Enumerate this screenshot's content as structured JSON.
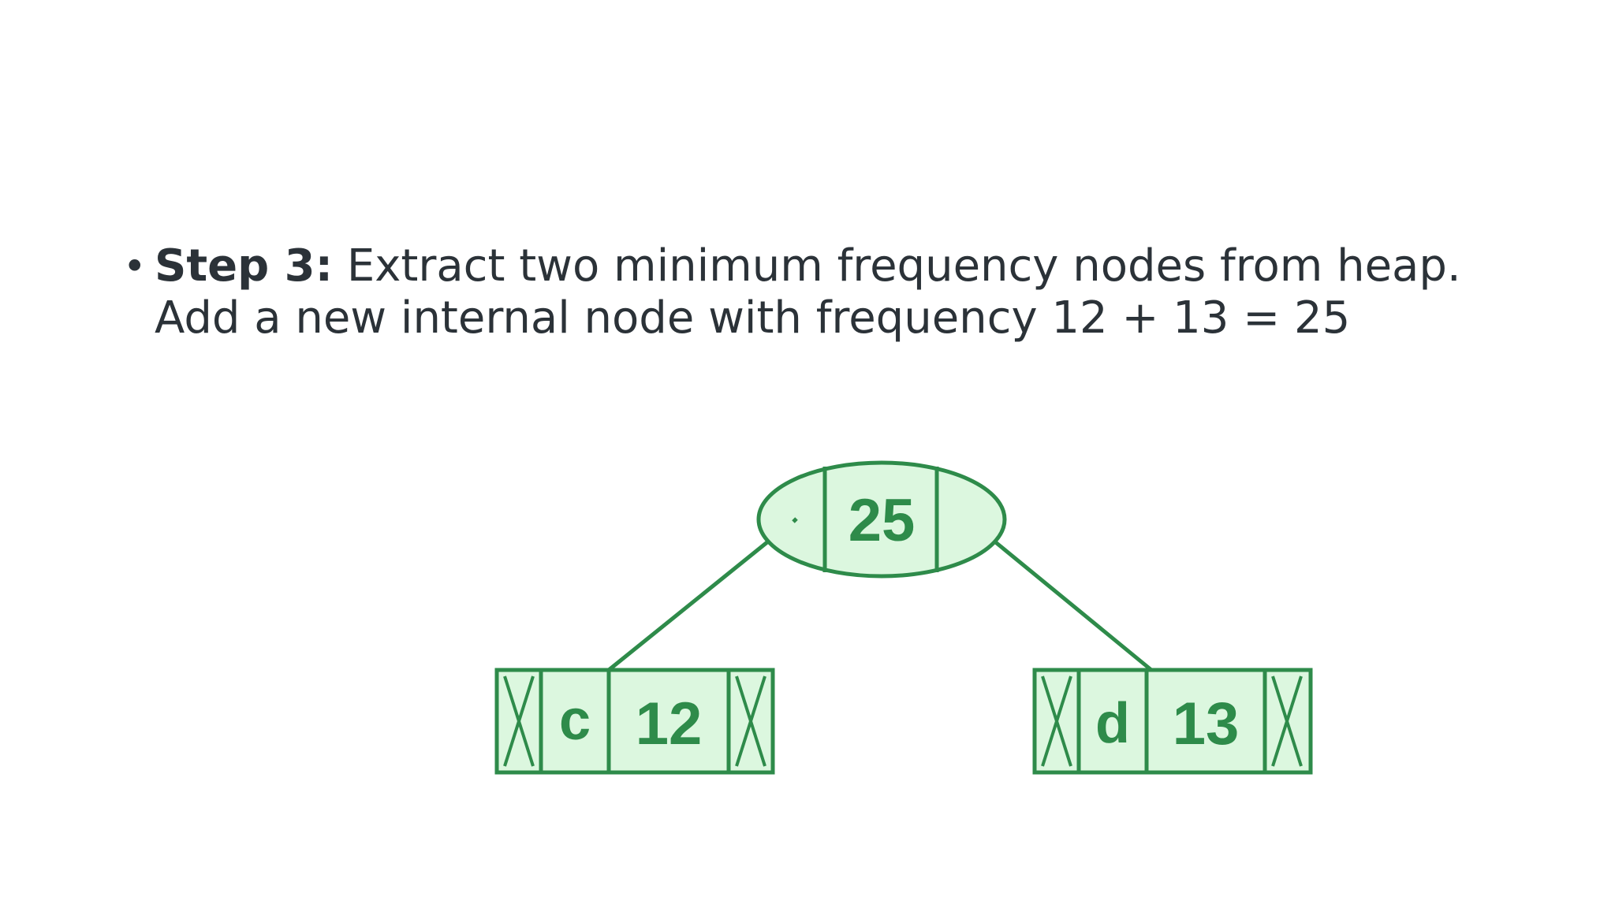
{
  "bullet": {
    "marker": "•",
    "step_label": "Step 3:",
    "line1": " Extract two minimum frequency nodes from heap.",
    "line2": "Add a new internal node with frequency 12 + 13 = 25"
  },
  "tree": {
    "colors": {
      "stroke": "#2e8b4a",
      "fill": "#dcf7df",
      "text": "#2e8b4a"
    },
    "root": {
      "value": "25"
    },
    "left_child": {
      "char": "c",
      "freq": "12"
    },
    "right_child": {
      "char": "d",
      "freq": "13"
    }
  }
}
